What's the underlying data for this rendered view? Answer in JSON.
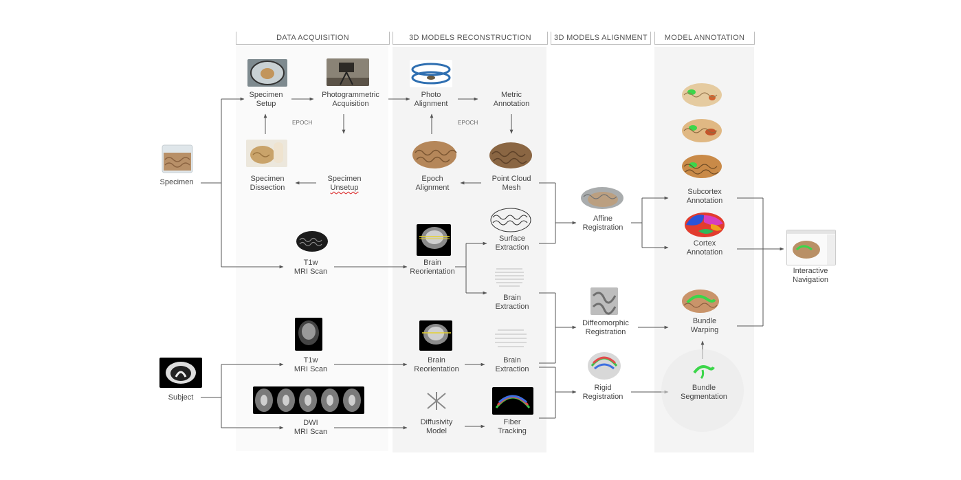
{
  "headers": {
    "acquisition": "DATA ACQUISITION",
    "reconstruction": "3D MODELS RECONSTRUCTION",
    "alignment": "3D MODELS ALIGNMENT",
    "annotation": "MODEL ANNOTATION"
  },
  "nodes": {
    "specimen": "Specimen",
    "subject": "Subject",
    "specimen_setup": [
      "Specimen",
      "Setup"
    ],
    "photogrammetric": [
      "Photogrammetric",
      "Acquisition"
    ],
    "specimen_dissection": [
      "Specimen",
      "Dissection"
    ],
    "specimen_unsetup": [
      "Specimen",
      "Unsetup"
    ],
    "t1w_specimen": [
      "T1w",
      "MRI Scan"
    ],
    "t1w_subject": [
      "T1w",
      "MRI Scan"
    ],
    "dwi": [
      "DWI",
      "MRI Scan"
    ],
    "photo_alignment": [
      "Photo",
      "Alignment"
    ],
    "metric_annotation": [
      "Metric",
      "Annotation"
    ],
    "epoch_alignment": [
      "Epoch",
      "Alignment"
    ],
    "point_cloud": [
      "Point Cloud",
      "Mesh"
    ],
    "surface_extraction": [
      "Surface",
      "Extraction"
    ],
    "brain_reorientation_1": [
      "Brain",
      "Reorientation"
    ],
    "brain_extraction_1": [
      "Brain",
      "Extraction"
    ],
    "brain_reorientation_2": [
      "Brain",
      "Reorientation"
    ],
    "brain_extraction_2": [
      "Brain",
      "Extraction"
    ],
    "diffusivity_model": [
      "Diffusivity",
      "Model"
    ],
    "fiber_tracking": [
      "Fiber",
      "Tracking"
    ],
    "affine_registration": [
      "Affine",
      "Registration"
    ],
    "diffeomorphic_registration": [
      "Diffeomorphic",
      "Registration"
    ],
    "rigid_registration": [
      "Rigid",
      "Registration"
    ],
    "subcortex_annotation": [
      "Subcortex",
      "Annotation"
    ],
    "cortex_annotation": [
      "Cortex",
      "Annotation"
    ],
    "bundle_warping": [
      "Bundle",
      "Warping"
    ],
    "bundle_segmentation": [
      "Bundle",
      "Segmentation"
    ],
    "interactive_navigation": [
      "Interactive",
      "Navigation"
    ]
  },
  "epoch_labels": {
    "acquisition": "EPOCH",
    "reconstruction": "EPOCH"
  },
  "colors": {
    "wire": "#555555",
    "column_bg": "#f4f4f4",
    "header_border": "#bdbdbd",
    "green_highlight": "#3cd64a"
  }
}
